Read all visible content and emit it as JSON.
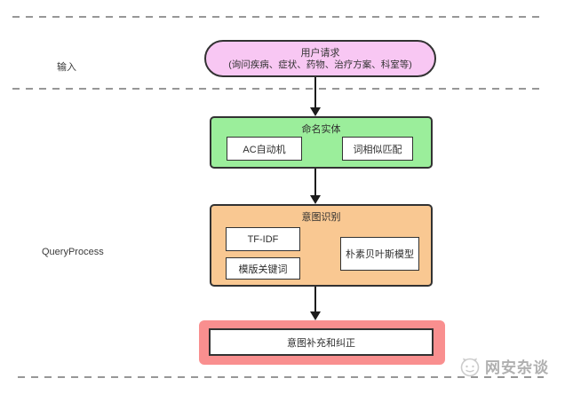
{
  "diagram": {
    "lane_labels": {
      "input": "输入",
      "query_process": "QueryProcess"
    },
    "user_request": {
      "title": "用户请求",
      "subtitle": "(询问疾病、症状、药物、治疗方案、科室等)",
      "fill": "#f8c7f3"
    },
    "named_entity": {
      "title": "命名实体",
      "fill": "#9bee9b",
      "items": [
        "AC自动机",
        "词相似匹配"
      ]
    },
    "intent_recognition": {
      "title": "意图识别",
      "fill": "#f9c892",
      "items": [
        "TF-IDF",
        "模版关键词",
        "朴素贝叶斯模型"
      ]
    },
    "intent_correction": {
      "title": "意图补充和纠正",
      "fill": "#f98f8f"
    },
    "style": {
      "border_color": "#323232",
      "dash_color": "#979797",
      "arrow_color": "#1c1c1c"
    }
  },
  "watermark": {
    "text": "网安杂谈",
    "icon": "cat-logo-icon",
    "color": "#b0b0b0"
  }
}
